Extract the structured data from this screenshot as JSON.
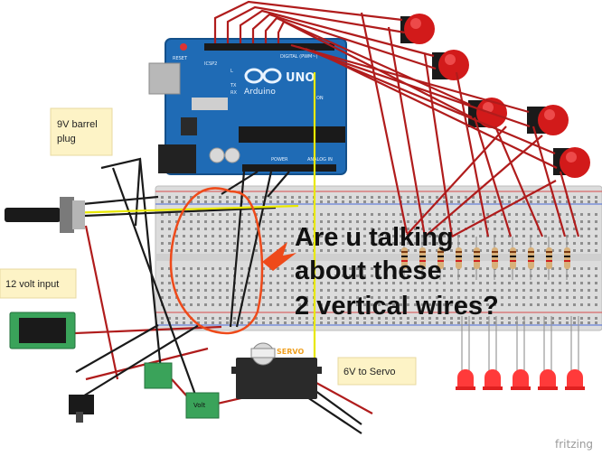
{
  "labels": {
    "barrel_plug_line1": "9V barrel",
    "barrel_plug_line2": "plug",
    "volt_input": "12 volt input",
    "servo_supply": "6V to Servo",
    "servo_text": "SERVO",
    "volt_module_text": "Volt",
    "brand": "fritzing"
  },
  "arduino": {
    "name": "Arduino",
    "model": "UNO",
    "reset_label": "RESET",
    "icsp_label": "ICSP2",
    "tx_label": "TX",
    "rx_label": "RX",
    "l_label": "L",
    "on_label": "ON",
    "power_label": "POWER",
    "analog_label": "ANALOG IN",
    "digital_label": "DIGITAL (PWM~)"
  },
  "callout": {
    "line1": "Are u talking",
    "line2": "about these",
    "line3": "2 vertical wires?"
  },
  "colors": {
    "wire_red": "#b01c1c",
    "wire_black": "#1a1a1a",
    "wire_yellow": "#e8e800",
    "annotation_orange": "#ee4a1a",
    "arduino_blue": "#1f6bb5",
    "button_red": "#d21a1a",
    "led_red": "#ff3a3a"
  },
  "counts": {
    "push_buttons": 5,
    "leds": 5,
    "resistors": 10
  }
}
